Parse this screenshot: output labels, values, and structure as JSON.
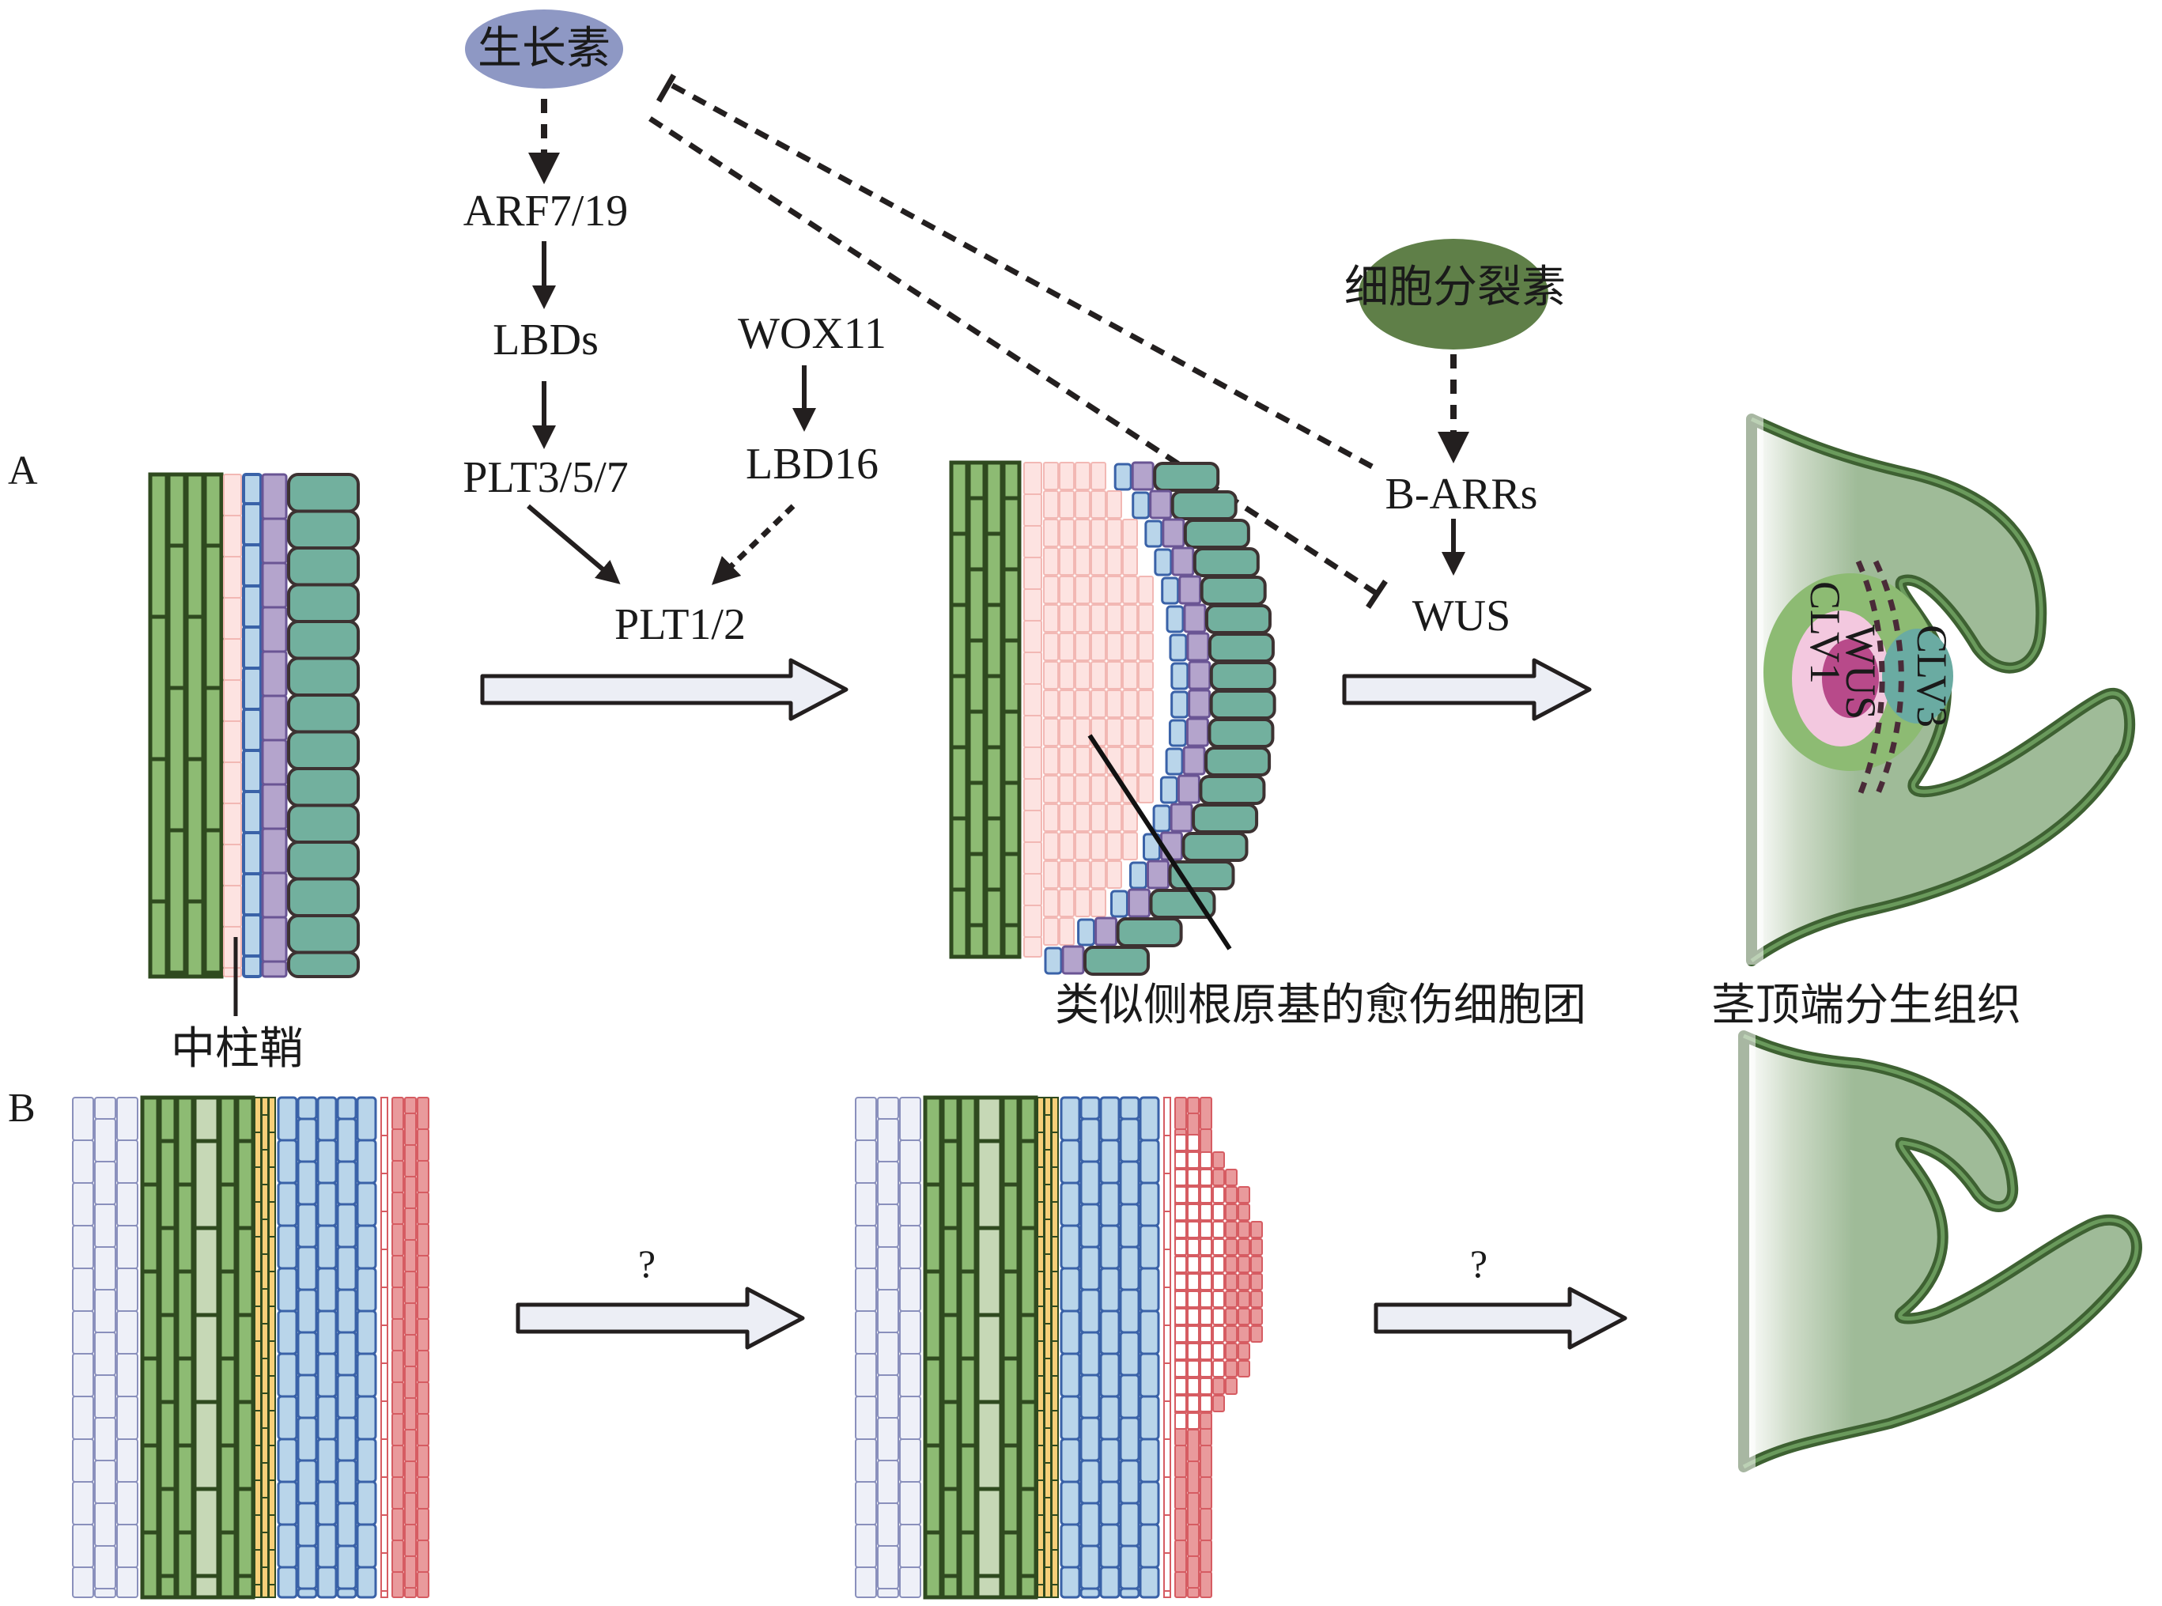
{
  "figure": {
    "panel_a_label": "A",
    "panel_b_label": "B",
    "colors": {
      "auxin_node": "#8e98c4",
      "cytokinin_node": "#5f7f48",
      "xylem_green": "#8dbb73",
      "xylem_stroke": "#2f4a1f",
      "xylem_pale": "#c6d8b6",
      "pericycle_pink": "#fde3e1",
      "pericycle_stroke": "#f2b8b4",
      "endodermis_blue": "#b9d5ea",
      "endodermis_stroke": "#3a62a8",
      "cortex_purple": "#b4a4cc",
      "cortex_stroke": "#6a5594",
      "epidermis_teal": "#72b09e",
      "epidermis_stroke": "#3d3232",
      "phloem_yellow": "#f7cf79",
      "stem_lavender": "#eef0f8",
      "stem_lavender_stroke": "#8a90bc",
      "epidermis_red": "#e99a9c",
      "epidermis_red_stroke": "#d65c62",
      "sam_fill": "#9fbb98",
      "sam_stroke": "#3e6132",
      "sam_rim": "#6a9a5c",
      "sam_core": "#8dbb73",
      "wus_pink": "#f3c8df",
      "wus_core": "#b84a8a",
      "clv3_teal": "#6aaba2"
    },
    "pathway": {
      "auxin": "生长素",
      "arf": "ARF7/19",
      "lbds": "LBDs",
      "plt357": "PLT3/5/7",
      "wox11": "WOX11",
      "lbd16": "LBD16",
      "plt12": "PLT1/2",
      "cytokinin": "细胞分裂素",
      "barrs": "B-ARRs",
      "wus": "WUS"
    },
    "sam_labels": {
      "clv1": "CLV1",
      "wus": "WUS",
      "clv3": "CLV3"
    },
    "captions": {
      "pericycle": "中柱鞘",
      "callus": "类似侧根原基的愈伤细胞团",
      "sam": "茎顶端分生组织"
    },
    "unknown_marks": [
      "?",
      "?"
    ]
  }
}
